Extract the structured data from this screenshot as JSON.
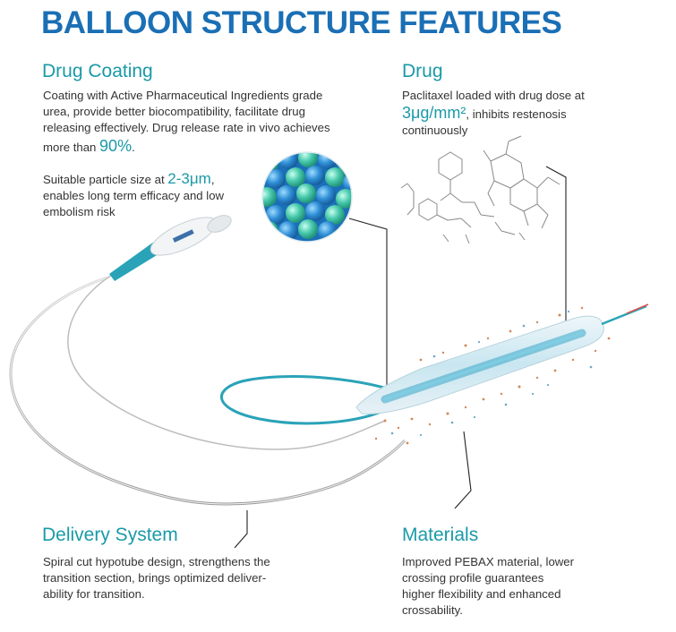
{
  "title": "BALLOON STRUCTURE FEATURES",
  "drug_coating": {
    "heading": "Drug Coating",
    "p1_line1": "Coating with Active Pharmaceutical Ingredients grade",
    "p1_line2": "urea, provide better biocompatibility, facilitate drug",
    "p1_line3": "releasing effectively. Drug release rate in vivo achieves",
    "p1_line4_pre": "more than ",
    "p1_highlight": "90%",
    "p1_line4_post": ".",
    "p2_line1_pre": "Suitable particle size at ",
    "p2_highlight": "2-3μm",
    "p2_line1_post": ",",
    "p2_line2": "enables long term efficacy and low",
    "p2_line3": "embolism risk"
  },
  "drug": {
    "heading": "Drug",
    "line1": "Paclitaxel loaded with drug dose at",
    "highlight": "3μg/mm²",
    "line2_post": ", inhibits restenosis",
    "line3": "continuously"
  },
  "delivery_system": {
    "heading": "Delivery System",
    "line1": "Spiral cut hypotube design, strengthens the",
    "line2": "transition section, brings optimized deliver-",
    "line3": "ability for transition."
  },
  "materials": {
    "heading": "Materials",
    "line1": "Improved PEBAX material, lower",
    "line2": "crossing profile guarantees",
    "line3": "higher flexibility and enhanced",
    "line4": "crossability."
  },
  "colors": {
    "title": "#1a6fb5",
    "heading": "#1a9aa8",
    "catheter_teal": "#2aa3b8",
    "body_text": "#333333"
  }
}
